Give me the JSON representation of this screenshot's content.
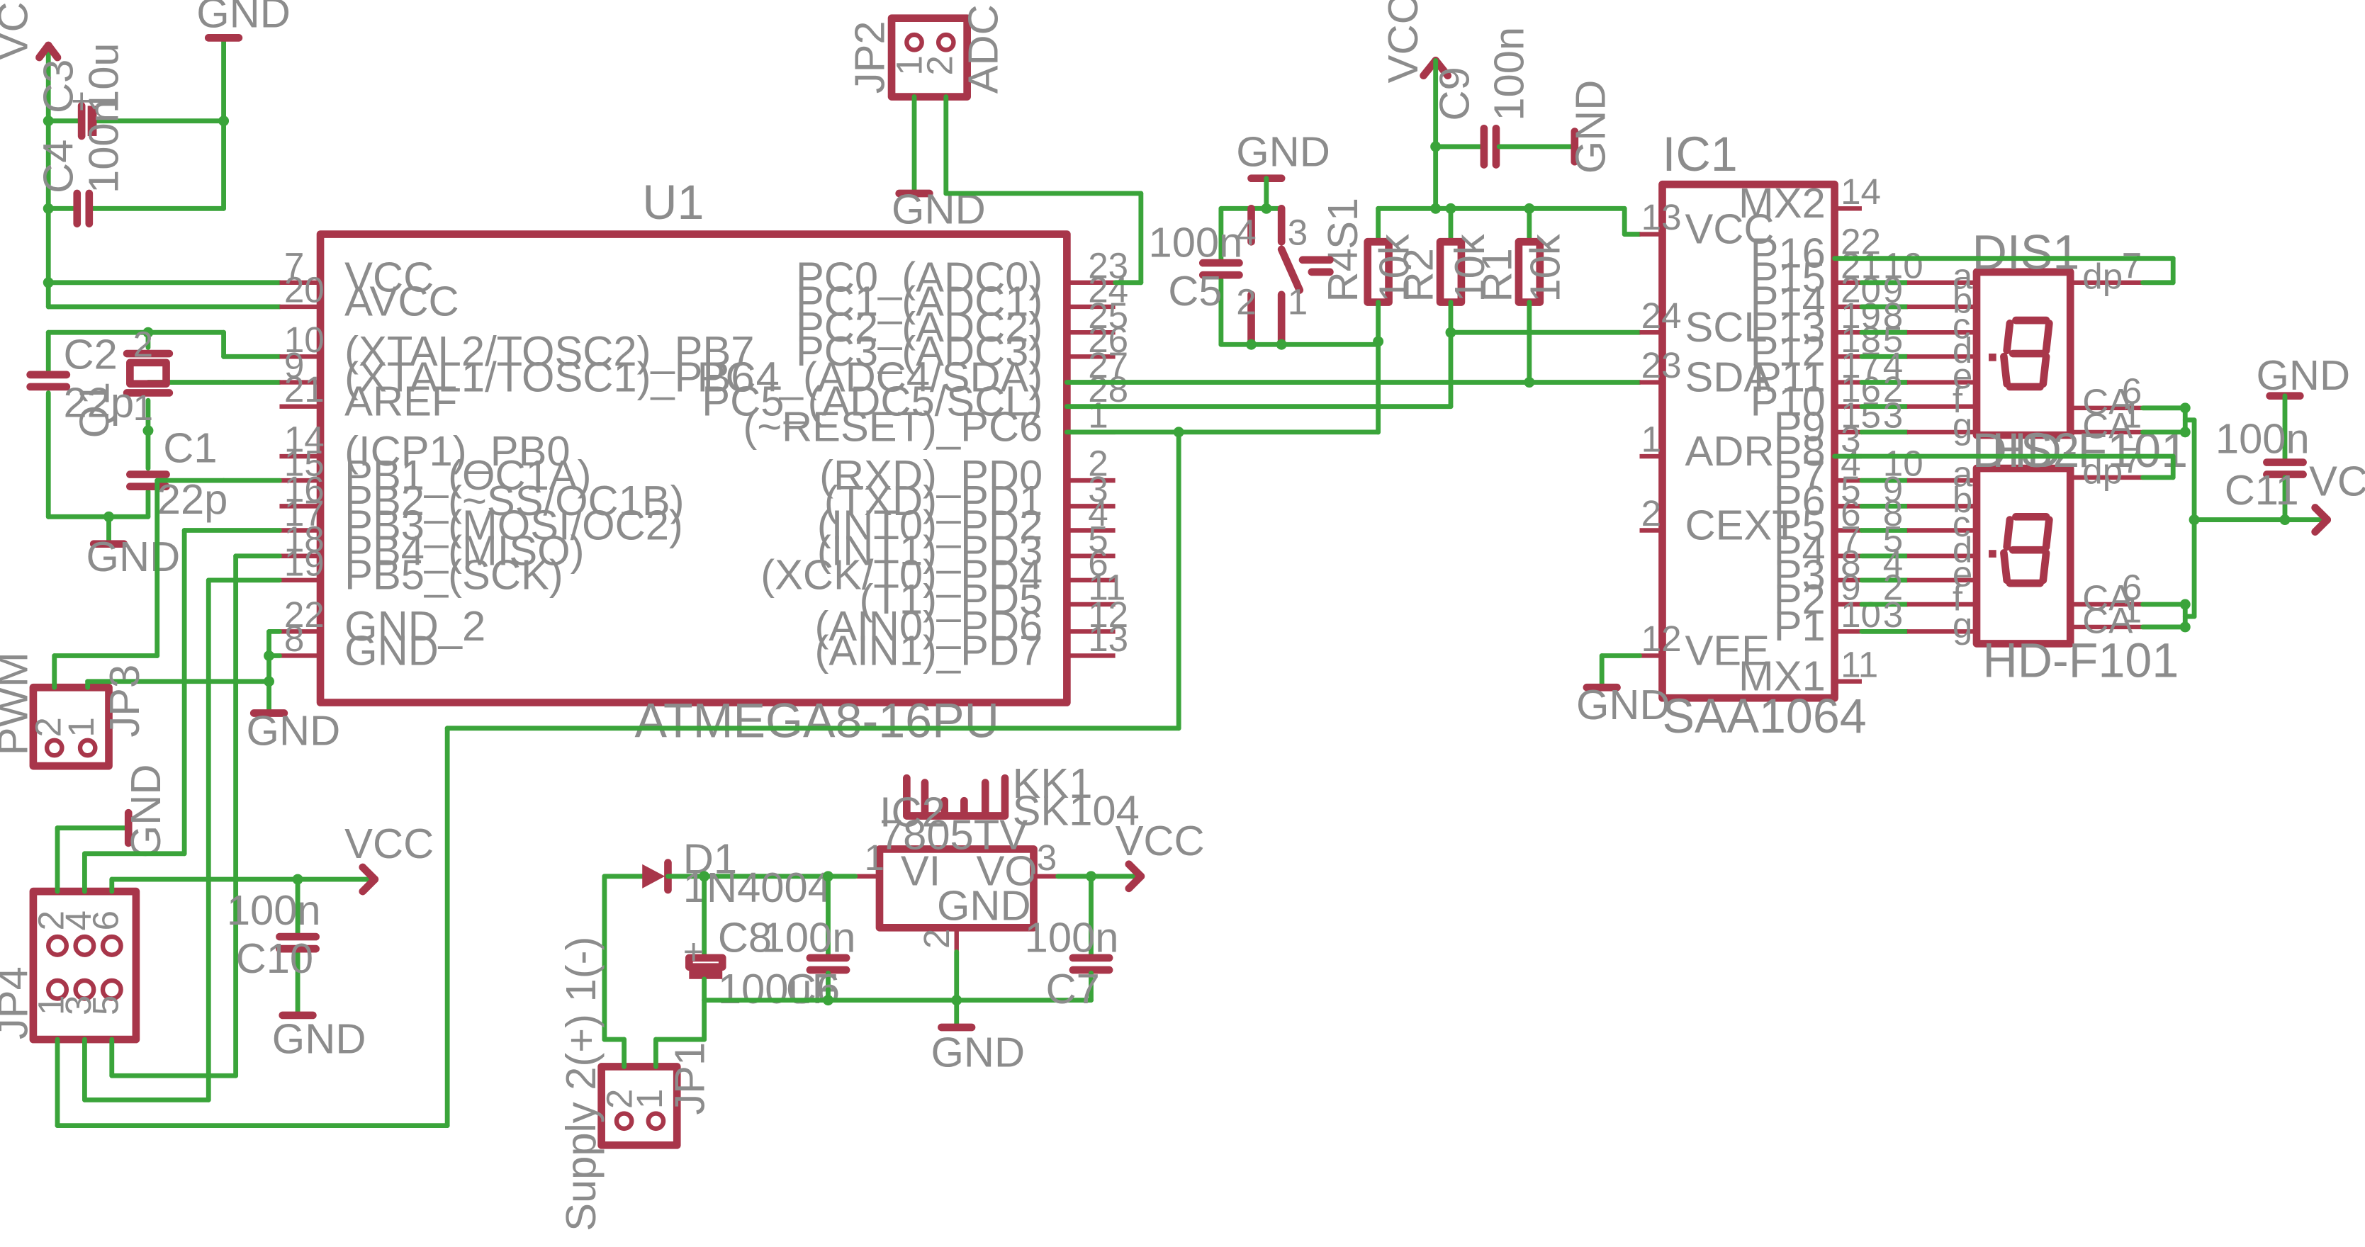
{
  "labels": {
    "vcc": "VCC",
    "gnd": "GND",
    "u1_name": "U1",
    "u1_value": "ATMEGA8-16PU",
    "ic1_name": "IC1",
    "ic1_value": "SAA1064",
    "ic2_name": "IC2",
    "ic2_value": "7805TV",
    "dis1_name": "DIS1",
    "dis1_value": "HD-F101",
    "dis2_name": "DIS2",
    "dis2_value": "HD-F101",
    "kk1_name": "KK1",
    "kk1_value": "SK104",
    "d1_name": "D1",
    "d1_value": "1N4004",
    "jp1_name": "JP1",
    "jp1_text": "Supply 2(+) 1(-)",
    "jp2_name": "JP2",
    "jp2_text": "ADC",
    "jp3_name": "JP3",
    "jp3_text": "PWM",
    "jp4_name": "JP4",
    "q1_name": "Q1",
    "s1_name": "S1",
    "c1_name": "C1",
    "c1_value": "22p",
    "c2_name": "C2",
    "c2_value": "22p",
    "c3_name": "C3",
    "c3_value": "10u",
    "c4_name": "C4",
    "c4_value": "100n",
    "c5_name": "C5",
    "c5_value": "100n",
    "c6_name": "C6",
    "c6_value": "100n",
    "c7_name": "C7",
    "c7_value": "100n",
    "c8_name": "C8",
    "c8_value": "100uF",
    "c9_name": "C9",
    "c9_value": "100n",
    "c10_name": "C10",
    "c10_value": "100n",
    "c11_name": "C11",
    "c11_value": "100n",
    "r1_name": "R1",
    "r1_value": "10k",
    "r2_name": "R2",
    "r2_value": "10k",
    "r4_name": "R4",
    "r4_value": "10k",
    "reg_vi": "VI",
    "reg_vo": "VO",
    "reg_gnd": "GND"
  },
  "u1_left_pins": [
    {
      "num": "7",
      "name": "VCC"
    },
    {
      "num": "20",
      "name": "AVCC"
    },
    {
      "num": "10",
      "name": "(XTAL2/TOSC2)_PB7"
    },
    {
      "num": "9",
      "name": "(XTAL1/TOSC1)_PB6"
    },
    {
      "num": "21",
      "name": "AREF"
    },
    {
      "num": "14",
      "name": "(ICP1)_PB0"
    },
    {
      "num": "15",
      "name": "PB1_(OC1A)"
    },
    {
      "num": "16",
      "name": "PB2_(~SS/OC1B)"
    },
    {
      "num": "17",
      "name": "PB3_(MOSI/OC2)"
    },
    {
      "num": "18",
      "name": "PB4_(MISO)"
    },
    {
      "num": "19",
      "name": "PB5_(SCK)"
    },
    {
      "num": "22",
      "name": "GND_2"
    },
    {
      "num": "8",
      "name": "GND"
    }
  ],
  "u1_right_pins": [
    {
      "num": "23",
      "name": "PC0_(ADC0)"
    },
    {
      "num": "24",
      "name": "PC1_(ADC1)"
    },
    {
      "num": "25",
      "name": "PC2_(ADC2)"
    },
    {
      "num": "26",
      "name": "PC3_(ADC3)"
    },
    {
      "num": "27",
      "name": "PC4_(ADC4/SDA)"
    },
    {
      "num": "28",
      "name": "PC5_(ADC5/SCL)"
    },
    {
      "num": "1",
      "name": "(~RESET)_PC6"
    },
    {
      "num": "2",
      "name": "(RXD)_PD0"
    },
    {
      "num": "3",
      "name": "(TXD)_PD1"
    },
    {
      "num": "4",
      "name": "(INT0)_PD2"
    },
    {
      "num": "5",
      "name": "(INT1)_PD3"
    },
    {
      "num": "6",
      "name": "(XCK/T0)_PD4"
    },
    {
      "num": "11",
      "name": "(T1)_PD5"
    },
    {
      "num": "12",
      "name": "(AIN0)_PD6"
    },
    {
      "num": "13",
      "name": "(AIN1)_PD7"
    }
  ],
  "ic1_left_pins": [
    {
      "num": "13",
      "name": "VCC"
    },
    {
      "num": "24",
      "name": "SCL"
    },
    {
      "num": "23",
      "name": "SDA"
    },
    {
      "num": "1",
      "name": "ADR"
    },
    {
      "num": "2",
      "name": "CEXT"
    },
    {
      "num": "12",
      "name": "VEE"
    }
  ],
  "ic1_right_pins": [
    {
      "num": "14",
      "name": "MX2"
    },
    {
      "num": "22",
      "name": "P16"
    },
    {
      "num": "21",
      "name": "P15"
    },
    {
      "num": "20",
      "name": "P14"
    },
    {
      "num": "19",
      "name": "P13"
    },
    {
      "num": "18",
      "name": "P12"
    },
    {
      "num": "17",
      "name": "P11"
    },
    {
      "num": "16",
      "name": "P10"
    },
    {
      "num": "15",
      "name": "P9"
    },
    {
      "num": "3",
      "name": "P8"
    },
    {
      "num": "4",
      "name": "P7"
    },
    {
      "num": "5",
      "name": "P6"
    },
    {
      "num": "6",
      "name": "P5"
    },
    {
      "num": "7",
      "name": "P4"
    },
    {
      "num": "8",
      "name": "P3"
    },
    {
      "num": "9",
      "name": "P2"
    },
    {
      "num": "10",
      "name": "P1"
    },
    {
      "num": "11",
      "name": "MX1"
    }
  ],
  "display_pins": [
    {
      "num": "10",
      "name": "a"
    },
    {
      "num": "9",
      "name": "b"
    },
    {
      "num": "8",
      "name": "c"
    },
    {
      "num": "5",
      "name": "d"
    },
    {
      "num": "4",
      "name": "e"
    },
    {
      "num": "2",
      "name": "f"
    },
    {
      "num": "3",
      "name": "g"
    }
  ],
  "display_right_pins": {
    "dp": {
      "num": "7",
      "name": "dp"
    },
    "ca1": {
      "num": "6",
      "name": "CA"
    },
    "ca2": {
      "num": "1",
      "name": "CA"
    }
  }
}
